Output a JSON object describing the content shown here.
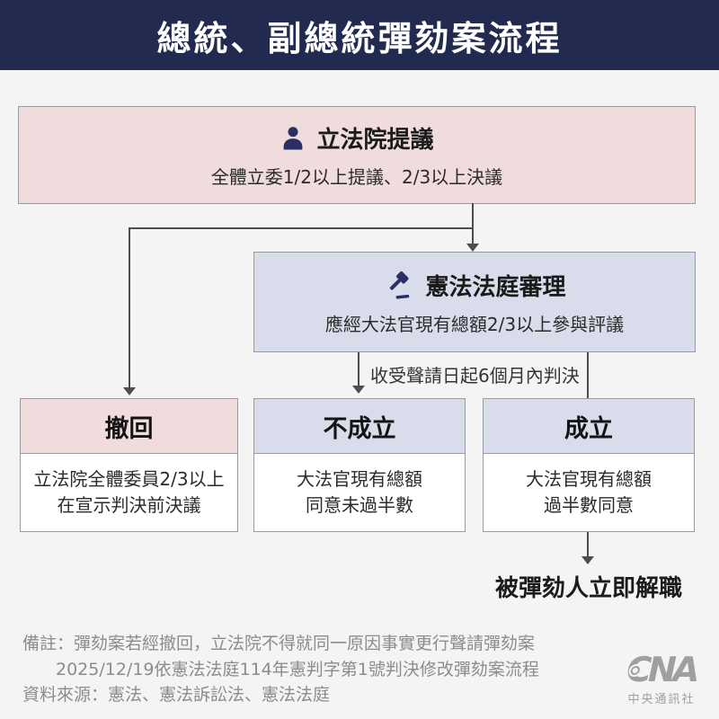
{
  "header": {
    "title": "總統、副總統彈劾案流程"
  },
  "flow": {
    "step1": {
      "icon": "person-icon",
      "title": "立法院提議",
      "subtitle": "全體立委1/2以上提議、2/3以上決議"
    },
    "step2": {
      "icon": "gavel-icon",
      "title": "憲法法庭審理",
      "subtitle": "應經大法官現有總額2/3以上參與評議"
    },
    "deadline_label": "收受聲請日起6個月內判決",
    "outcomes": [
      {
        "title": "撤回",
        "body_line1": "立法院全體委員2/3以上",
        "body_line2": "在宣示判決前決議",
        "header_color": "#f0dcdd"
      },
      {
        "title": "不成立",
        "body_line1": "大法官現有總額",
        "body_line2": "同意未過半數",
        "header_color": "#d9dcea"
      },
      {
        "title": "成立",
        "body_line1": "大法官現有總額",
        "body_line2": "過半數同意",
        "header_color": "#d9dcea"
      }
    ],
    "result": "被彈劾人立即解職"
  },
  "footer": {
    "note_line1": "備註：彈劾案若經撤回，立法院不得就同一原因事實更行聲請彈劾案",
    "note_line2": "2025/12/19依憲法法庭114年憲判字第1號判決修改彈劾案流程",
    "source": "資料來源：憲法、憲法訴訟法、憲法法庭",
    "logo_text": "CNA",
    "logo_caption": "中央通訊社"
  },
  "colors": {
    "header_bg": "#222b4f",
    "page_bg": "#f5f4f5",
    "pink": "#f0dcdd",
    "lavender": "#d9dcea",
    "box_border": "#9b9b9b",
    "connector": "#4d4d4d",
    "icon_navy": "#2b2f63",
    "footer_text": "#8d8b8c"
  }
}
